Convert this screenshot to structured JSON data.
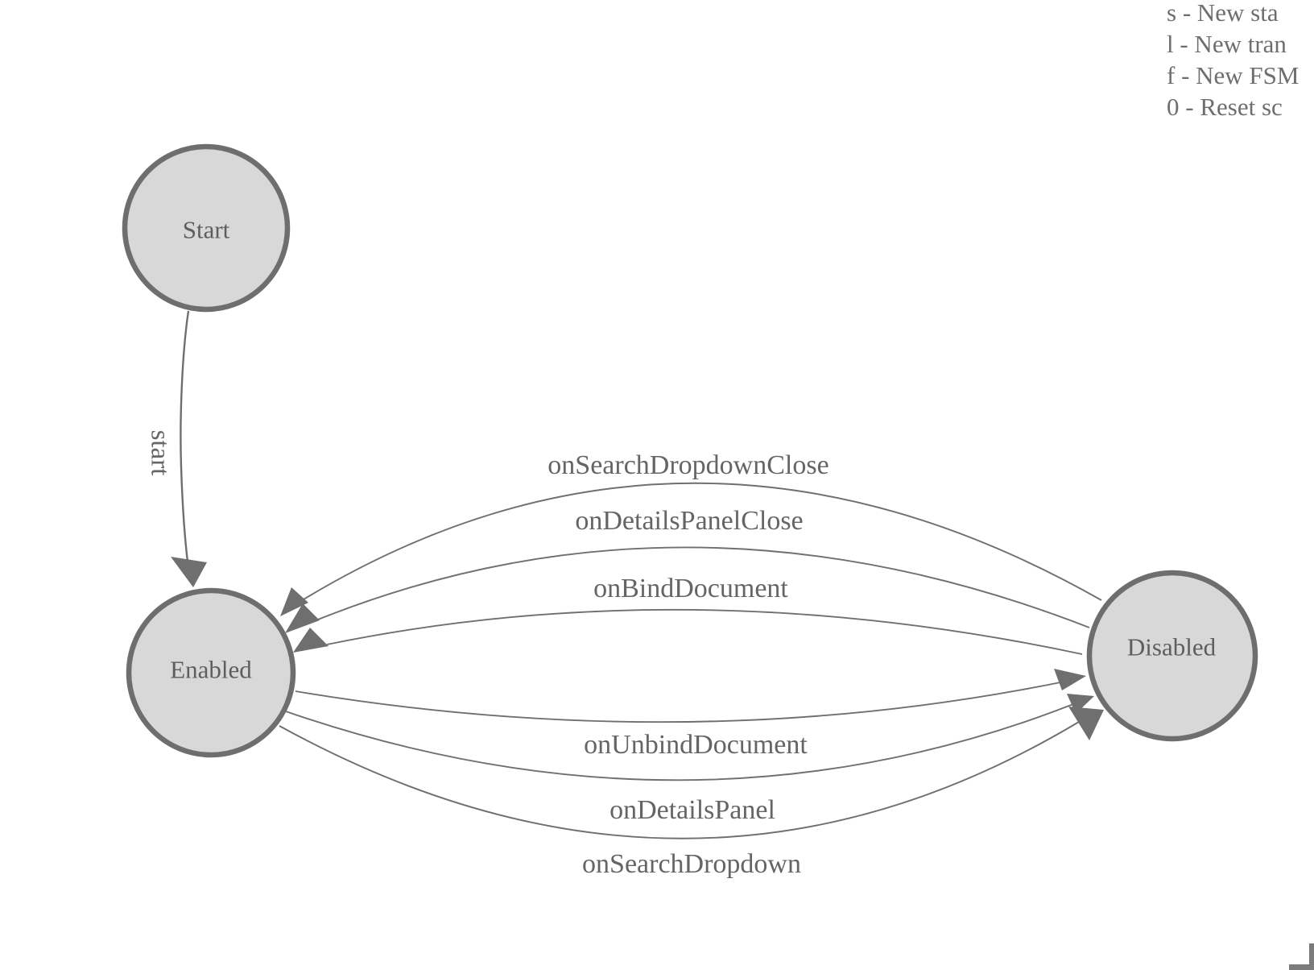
{
  "diagram": {
    "nodes": [
      {
        "id": "start",
        "label": "Start"
      },
      {
        "id": "enabled",
        "label": "Enabled"
      },
      {
        "id": "disabled",
        "label": "Disabled"
      }
    ],
    "edges": [
      {
        "from": "Start",
        "to": "Enabled",
        "label": "start"
      },
      {
        "from": "Disabled",
        "to": "Enabled",
        "label": "onSearchDropdownClose"
      },
      {
        "from": "Disabled",
        "to": "Enabled",
        "label": "onDetailsPanelClose"
      },
      {
        "from": "Disabled",
        "to": "Enabled",
        "label": "onBindDocument"
      },
      {
        "from": "Enabled",
        "to": "Disabled",
        "label": "onUnbindDocument"
      },
      {
        "from": "Enabled",
        "to": "Disabled",
        "label": "onDetailsPanel"
      },
      {
        "from": "Enabled",
        "to": "Disabled",
        "label": "onSearchDropdown"
      }
    ]
  },
  "legend": {
    "lines": [
      "s - New sta",
      "l - New tran",
      "f - New FSM",
      "0 - Reset sc"
    ]
  },
  "colors": {
    "node_fill": "#d8d8d8",
    "node_stroke": "#6e6e6e",
    "edge_stroke": "#6f6f6f",
    "arrow_fill": "#6f6f6f",
    "label_text": "#656565",
    "legend_text": "#6e6e6e",
    "corner_fragment": "#7b7b7b"
  }
}
